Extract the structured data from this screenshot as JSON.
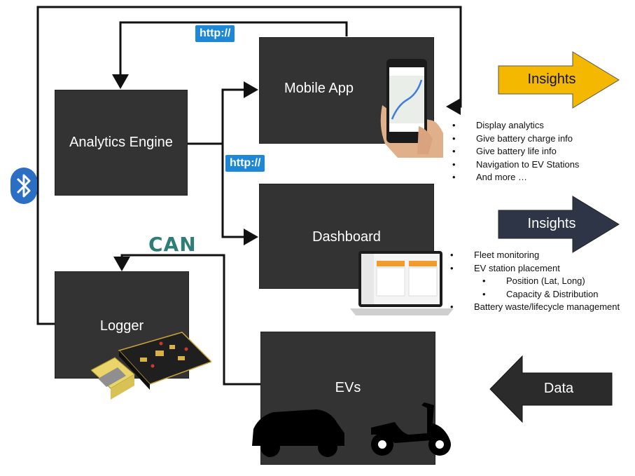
{
  "colors": {
    "box": "#333333",
    "http_badge": "#1e88d6",
    "can_text": "#2e7d76",
    "insights_mobile": "#f5b800",
    "insights_dashboard": "#2d3547",
    "data_arrow": "#2b2b2b",
    "bluetooth": "#2a6fc4"
  },
  "nodes": {
    "analytics_engine": "Analytics Engine",
    "mobile_app": "Mobile App",
    "dashboard": "Dashboard",
    "logger": "Logger",
    "evs": "EVs"
  },
  "labels": {
    "http_top": "http://",
    "http_mid": "http://",
    "can": "CAN"
  },
  "arrows": {
    "insights_mobile": "Insights",
    "insights_dashboard": "Insights",
    "data": "Data"
  },
  "mobile_bullets": [
    "Display analytics",
    "Give battery charge info",
    "Give battery life info",
    "Navigation to EV Stations",
    "And more …"
  ],
  "dashboard_bullets": [
    {
      "text": "Fleet monitoring",
      "level": 1
    },
    {
      "text": "EV station placement",
      "level": 1
    },
    {
      "text": "Position (Lat, Long)",
      "level": 2
    },
    {
      "text": "Capacity & Distribution",
      "level": 2
    },
    {
      "text": "Battery waste/lifecycle management",
      "level": 1
    }
  ],
  "icons": [
    "bluetooth-icon",
    "phone-icon",
    "laptop-icon",
    "logger-board-icon",
    "car-icon",
    "scooter-icon"
  ]
}
